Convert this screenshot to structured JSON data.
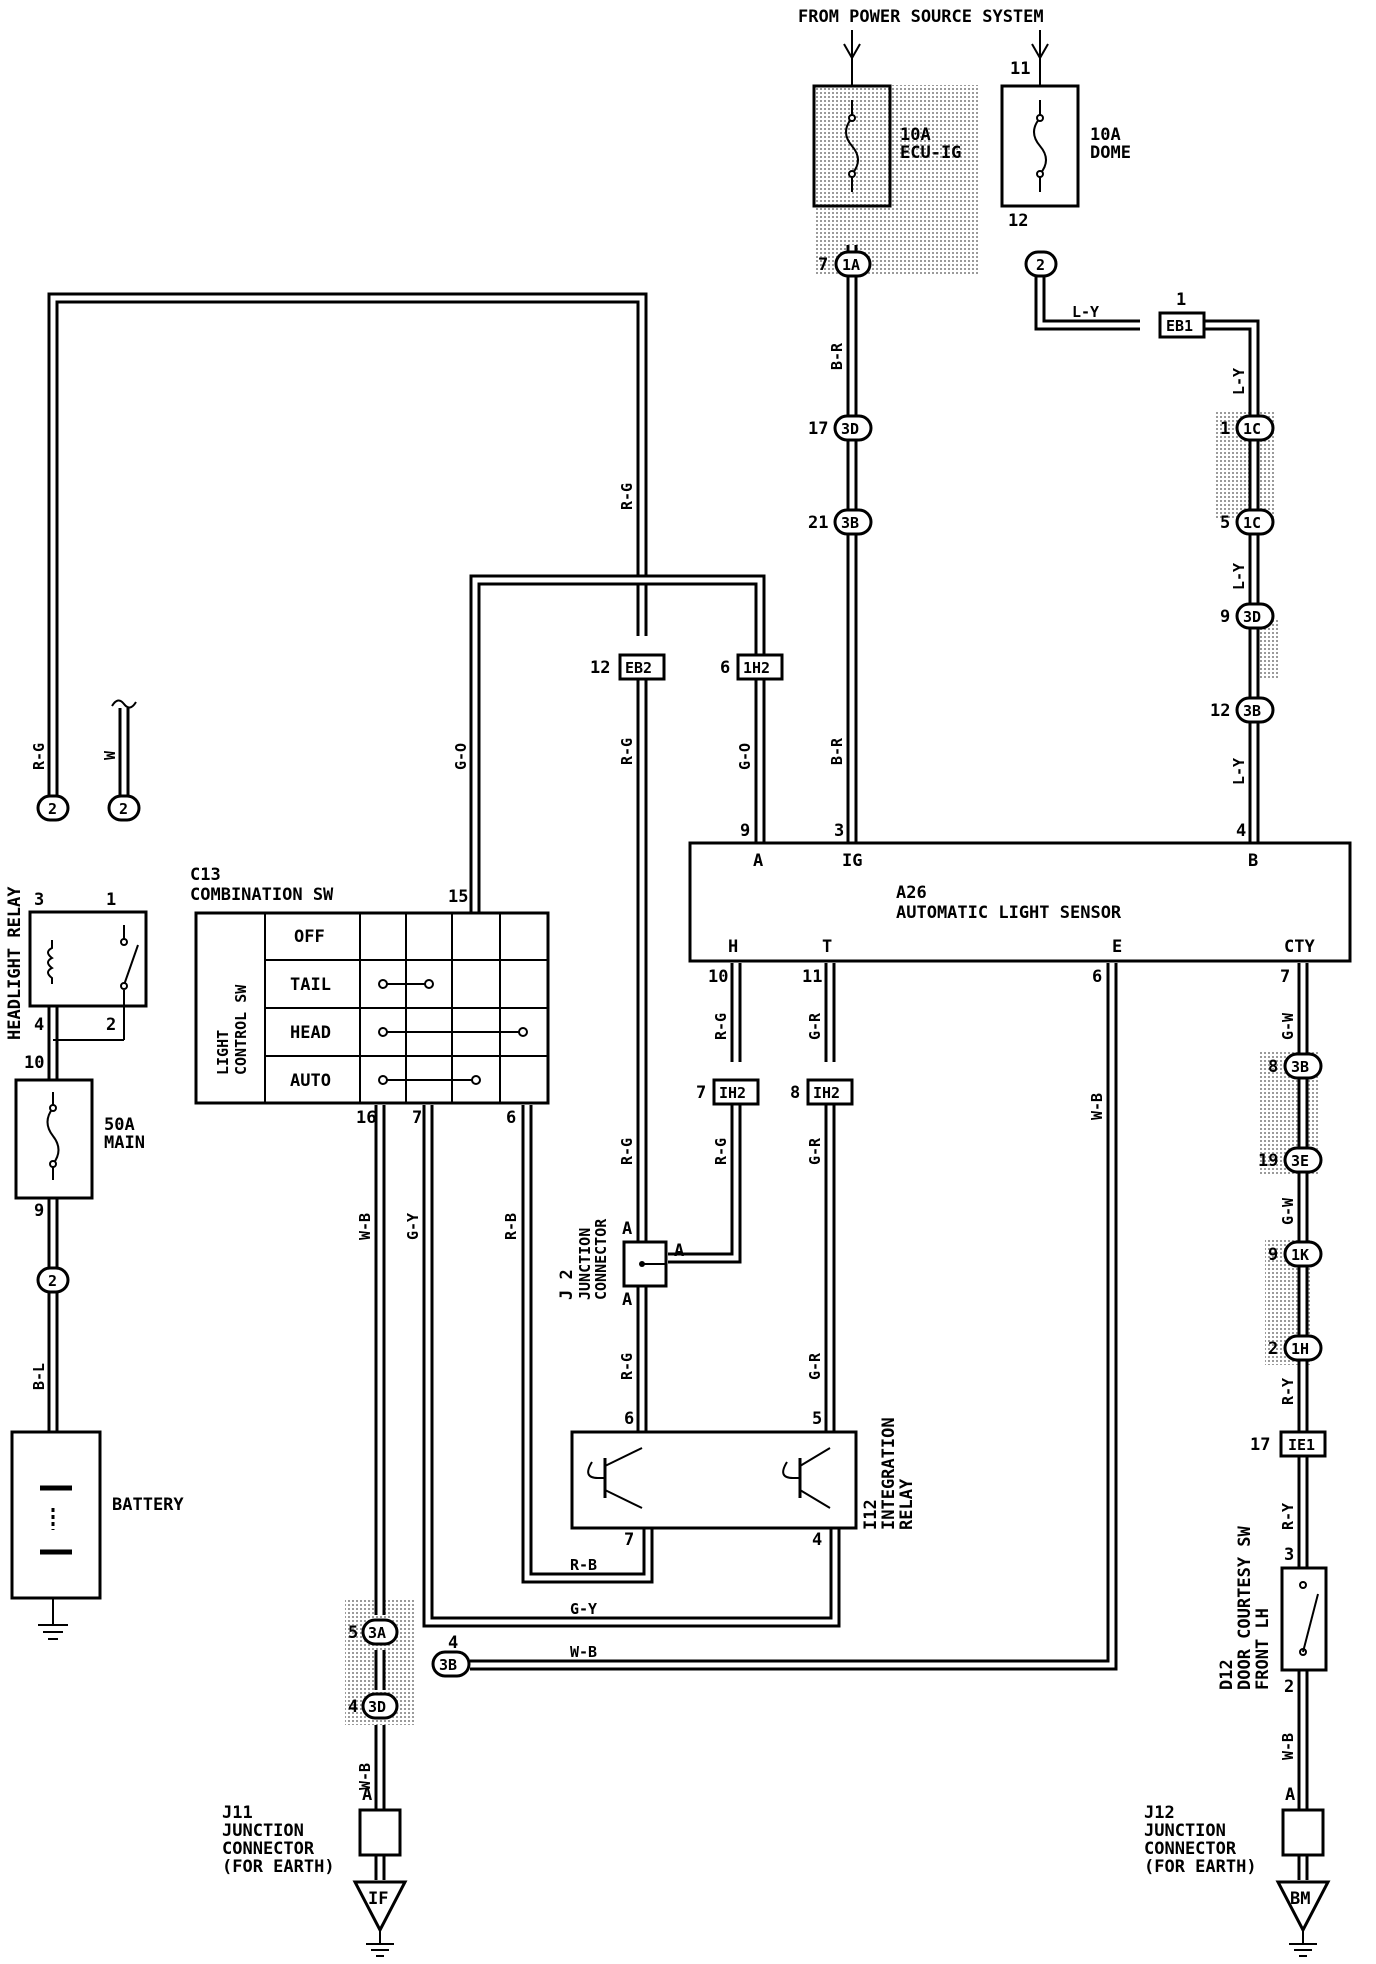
{
  "header": "FROM POWER SOURCE SYSTEM",
  "fuses": {
    "ecu_ig": {
      "rating": "10A",
      "name": "ECU-IG"
    },
    "dome": {
      "rating": "10A",
      "name": "DOME",
      "pin_in": "11",
      "pin_out": "12"
    },
    "main": {
      "rating": "50A",
      "name": "MAIN",
      "pin_in": "10",
      "pin_out": "9"
    }
  },
  "components": {
    "headlight_relay": {
      "name": "HEADLIGHT RELAY",
      "pins": [
        "3",
        "1",
        "4",
        "2"
      ]
    },
    "combination_sw": {
      "id": "C13",
      "name": "COMBINATION SW",
      "side_label_1": "LIGHT",
      "side_label_2": "CONTROL SW",
      "rows": [
        "OFF",
        "TAIL",
        "HEAD",
        "AUTO"
      ],
      "pin_top": "15",
      "pins_bottom": [
        "16",
        "7",
        "6"
      ]
    },
    "sensor": {
      "id": "A26",
      "name": "AUTOMATIC LIGHT SENSOR",
      "top_terminals": [
        "A",
        "IG",
        "B"
      ],
      "top_pins": [
        "9",
        "3",
        "4"
      ],
      "bottom_terminals": [
        "H",
        "T",
        "E",
        "CTY"
      ],
      "bottom_pins": [
        "10",
        "11",
        "6",
        "7"
      ]
    },
    "battery": {
      "name": "BATTERY"
    },
    "integration_relay": {
      "id": "I12",
      "name_1": "INTEGRATION",
      "name_2": "RELAY",
      "pins": [
        "6",
        "5",
        "7",
        "4"
      ]
    },
    "j2": {
      "id": "J 2",
      "name_1": "JUNCTION",
      "name_2": "CONNECTOR",
      "terminal": "A"
    },
    "j11": {
      "id": "J11",
      "line_1": "JUNCTION",
      "line_2": "CONNECTOR",
      "line_3": "(FOR EARTH)",
      "terminal": "A",
      "earth": "IF"
    },
    "j12": {
      "id": "J12",
      "line_1": "JUNCTION",
      "line_2": "CONNECTOR",
      "line_3": "(FOR EARTH)",
      "terminal": "A",
      "earth": "BM"
    },
    "d12": {
      "id": "D12",
      "line_1": "DOOR COURTESY SW",
      "line_2": "FRONT LH",
      "pins": [
        "3",
        "2"
      ]
    }
  },
  "connectors": {
    "c1A": {
      "code": "1A",
      "pin": "7"
    },
    "c3D_top": {
      "code": "3D",
      "pin": "17"
    },
    "c3B_top": {
      "code": "3B",
      "pin": "21"
    },
    "cEB2": {
      "code": "EB2",
      "pin": "12"
    },
    "c1H2_top": {
      "code": "1H2",
      "pin": "6"
    },
    "cDome2": {
      "code": "2"
    },
    "cEB1": {
      "code": "EB1",
      "pin": "1"
    },
    "c1C_a": {
      "code": "1C",
      "pin": "1"
    },
    "c1C_b": {
      "code": "1C",
      "pin": "5"
    },
    "c3D_r": {
      "code": "3D",
      "pin": "9"
    },
    "c3B_r": {
      "code": "3B",
      "pin": "12"
    },
    "cR2_a": {
      "code": "2"
    },
    "cR2_b": {
      "code": "2"
    },
    "cR2_c": {
      "code": "2"
    },
    "cIH2_a": {
      "code": "IH2",
      "pin": "7"
    },
    "cIH2_b": {
      "code": "IH2",
      "pin": "8"
    },
    "c3B_cty": {
      "code": "3B",
      "pin": "8"
    },
    "c3E": {
      "code": "3E",
      "pin": "19"
    },
    "c1K": {
      "code": "1K",
      "pin": "9"
    },
    "c1H": {
      "code": "1H",
      "pin": "2"
    },
    "cIE1": {
      "code": "IE1",
      "pin": "17"
    },
    "c3A": {
      "code": "3A",
      "pin": "5"
    },
    "c3B_bot": {
      "code": "3B",
      "pin": "4"
    },
    "c3D_bot": {
      "code": "3D",
      "pin": "4"
    }
  },
  "wires": {
    "rg": "R-G",
    "w": "W",
    "bl": "B-L",
    "go": "G-O",
    "br": "B-R",
    "ly": "L-Y",
    "gr": "G-R",
    "rb": "R-B",
    "gy": "G-Y",
    "wb": "W-B",
    "gw": "G-W",
    "ry": "R-Y"
  }
}
